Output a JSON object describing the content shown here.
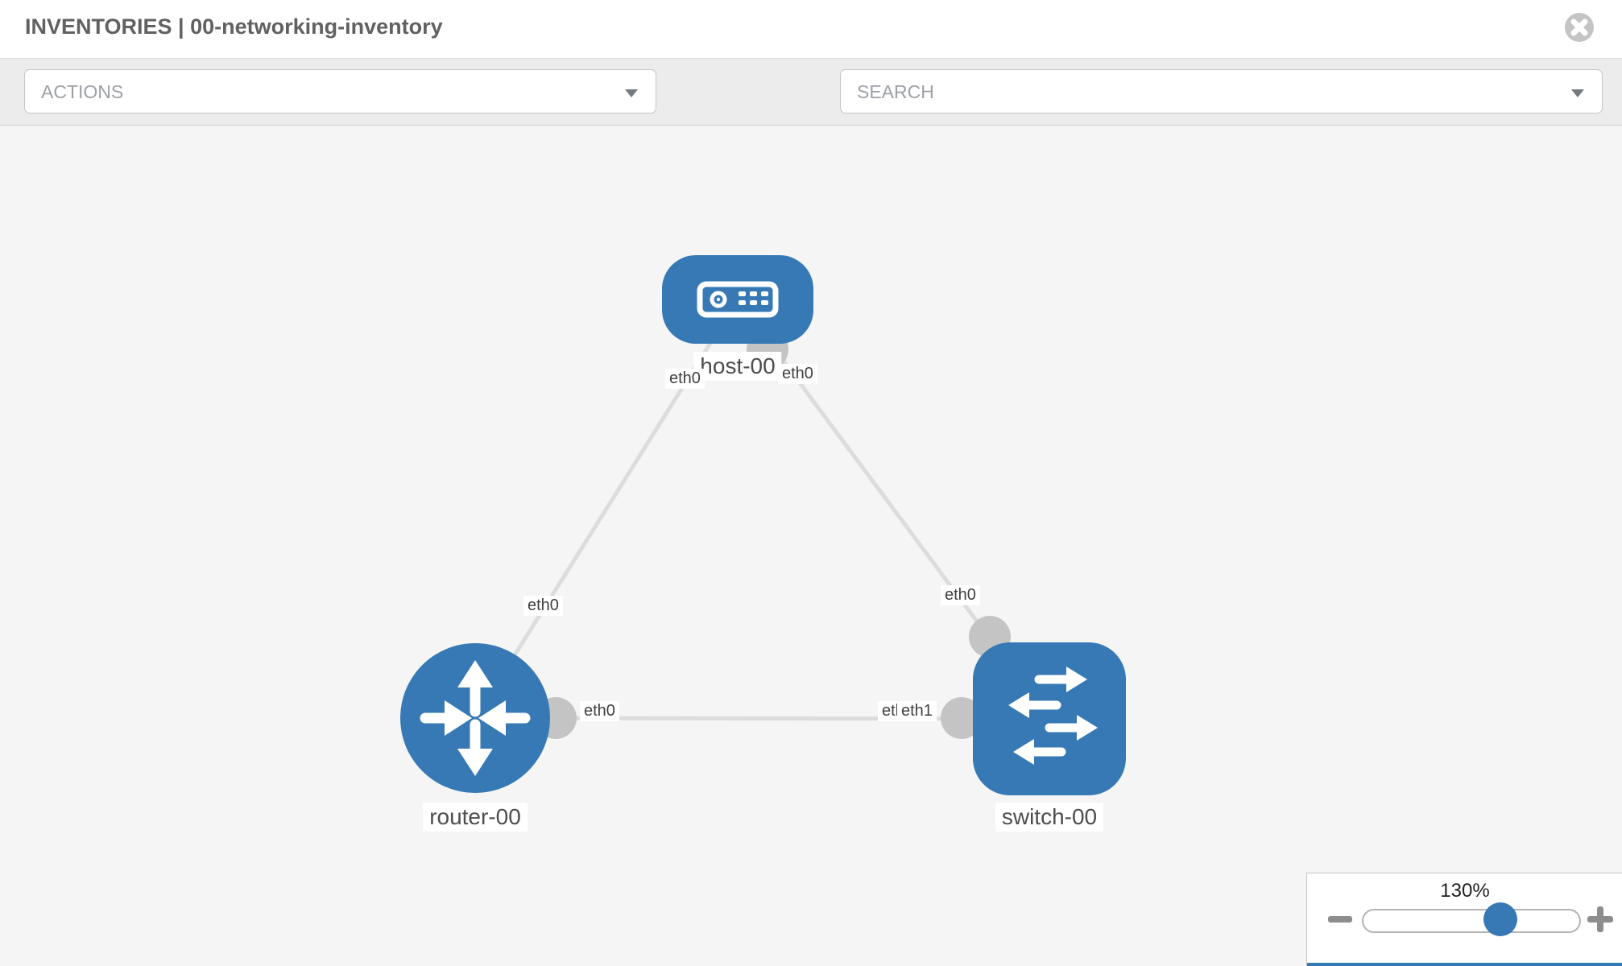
{
  "header": {
    "title": "INVENTORIES | 00-networking-inventory",
    "close_icon": "circle-x"
  },
  "toolbar": {
    "actions_label": "ACTIONS",
    "search_label": "SEARCH",
    "icons": [
      "wrench-icon",
      "key-icon"
    ]
  },
  "topology": {
    "nodes": [
      {
        "label": "host-00",
        "type": "host"
      },
      {
        "label": "router-00",
        "type": "router"
      },
      {
        "label": "switch-00",
        "type": "switch"
      }
    ],
    "links": [
      {
        "from": "host-00",
        "to": "router-00",
        "from_interface": "eth0",
        "to_interface": "eth0"
      },
      {
        "from": "host-00",
        "to": "switch-00",
        "from_interface": "eth0",
        "to_interface": "eth0"
      },
      {
        "from": "router-00",
        "to": "switch-00",
        "from_interface": "eth0",
        "to_interface": "eth1"
      }
    ],
    "interface_labels": [
      {
        "text": "eth0"
      },
      {
        "text": "eth0"
      },
      {
        "text": "eth0"
      },
      {
        "text": "eth0"
      },
      {
        "text": "eth0"
      },
      {
        "text": "eth0"
      },
      {
        "text": "eth1"
      }
    ]
  },
  "zoom_control": {
    "level": "130%"
  },
  "colors": {
    "node_blue": "#3679b5",
    "link_gray": "#dcdcdc",
    "dot_gray": "#c4c4c4",
    "canvas_bg": "#f5f5f5",
    "toolbar_bg": "#ececec"
  }
}
